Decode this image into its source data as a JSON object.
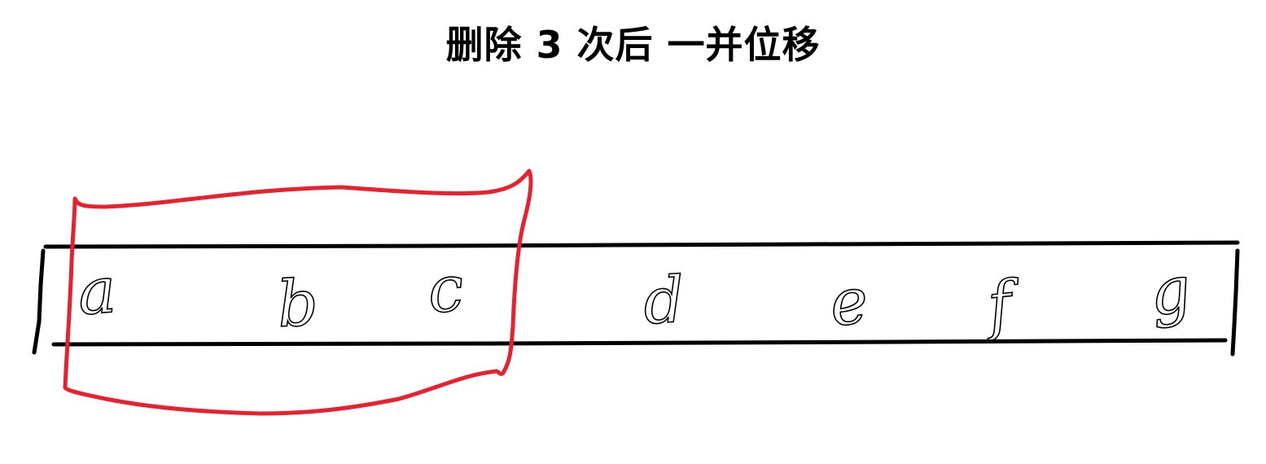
{
  "title": "删除 3 次后 一并位移",
  "letters": [
    "a",
    "b",
    "c",
    "d",
    "e",
    "f",
    "g"
  ],
  "highlight": {
    "count": 3,
    "color": "#e8202f"
  },
  "colors": {
    "ink": "#000000",
    "background": "#ffffff"
  }
}
